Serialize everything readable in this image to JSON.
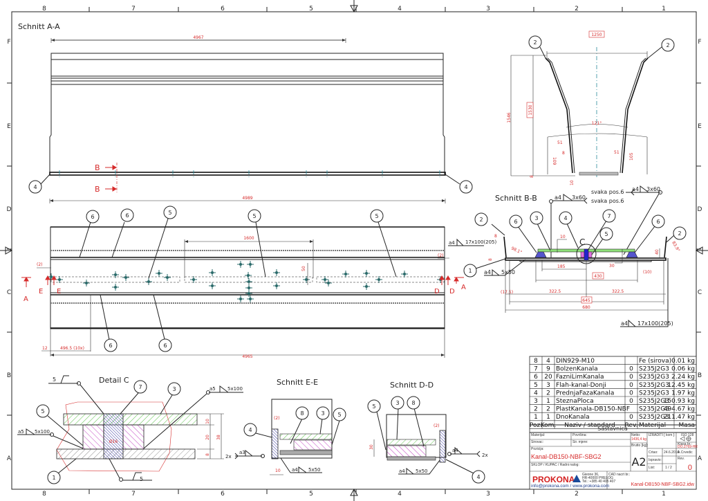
{
  "frame": {
    "columns": [
      "8",
      "7",
      "6",
      "5",
      "4",
      "3",
      "2",
      "1"
    ],
    "rows": [
      "F",
      "E",
      "D",
      "C",
      "B",
      "A"
    ]
  },
  "views": {
    "section_aa": {
      "title": "Schnitt A-A",
      "dim_top": "4967",
      "dim_bottom": "4989",
      "section_mark": "B",
      "balloons": [
        "4",
        "4"
      ]
    },
    "plan": {
      "dim_1600": "1600",
      "dim_50": "50",
      "dim_gap_left": "(2)",
      "dim_gap_right": "(2)",
      "dim_12": "12",
      "dim_pitch": "496.5 (10x)",
      "dim_total": "4965",
      "section_marks": [
        "A",
        "E",
        "E",
        "D",
        "D",
        "A"
      ],
      "balloons_top": [
        "6",
        "6",
        "5",
        "5",
        "5"
      ],
      "balloons_bottom": [
        "6",
        "6"
      ],
      "weld_note": "a4",
      "weld_size": "17x100(205)"
    },
    "section_end": {
      "dim_width": "1250",
      "dim_height_outer": "1546",
      "dim_height_inner": "1530",
      "dim_angle": "121°",
      "dim_51_left": "51",
      "dim_51_right": "51",
      "dim_8": "8",
      "dim_109": "109",
      "dim_105": "105",
      "dim_10": "10",
      "dim_bottom_8": "8",
      "balloons": [
        "2",
        "2"
      ]
    },
    "section_bb": {
      "title": "Schnitt B-B",
      "weld_every_1": "svaka pos.6",
      "weld_every_2": "svaka pos.6",
      "weld_a4": "a4",
      "weld_3x60": "3x60",
      "weld_a4_top": "a4",
      "weld_3x60_top": "3x60",
      "weld_5x50": "5x50",
      "weld_17x100_left": "17x100(205)",
      "weld_17x100_bottom": "17x100(205)",
      "detail_mark": "C",
      "dims": {
        "d8": "8",
        "d8b": "8",
        "angle_left": "98.1°",
        "angle_right": "83.9°",
        "d10": "10",
        "d40": "40",
        "d30": "30",
        "d185": "185",
        "d430": "430",
        "d10p": "(10)",
        "d17_5": "(17.5)",
        "d322_left": "322.5",
        "d322_right": "322.5",
        "d645": "645",
        "d680": "680"
      },
      "balloons": [
        "2",
        "6",
        "3",
        "4",
        "7",
        "5",
        "6",
        "2",
        "1"
      ]
    },
    "detail_c": {
      "title": "Detail C",
      "weld_top": "5",
      "weld_bottom": "5",
      "weld_a5_right": "a5",
      "weld_5x100_right": "5x100",
      "weld_a5_left": "a5",
      "weld_5x100_left": "5x100",
      "dia": "Ø16",
      "dims": [
        "10",
        "20",
        "8",
        "38"
      ],
      "balloons": [
        "7",
        "3",
        "5",
        "1"
      ]
    },
    "section_ee": {
      "title": "Schnitt E-E",
      "gap": "(2)",
      "dim_10": "10",
      "weld_2x": "2x",
      "weld_a3": "a3",
      "weld_a4": "a4",
      "weld_5x50": "5x50",
      "balloons": [
        "8",
        "3",
        "5",
        "4"
      ]
    },
    "section_dd": {
      "title": "Schnitt D-D",
      "gap": "(2)",
      "dim_30": "30",
      "weld_2x": "2x",
      "weld_a4_right": "a4",
      "weld_a4": "a4",
      "weld_5x50": "5x50",
      "balloons": [
        "5",
        "3",
        "8",
        "4"
      ]
    }
  },
  "bom": {
    "headers": [
      "Poz.",
      "Kom.",
      "Naziv / standard",
      "Rev.",
      "Materijal",
      "Masa"
    ],
    "rows": [
      {
        "poz": "8",
        "kom": "4",
        "naziv": "DIN929-M10",
        "rev": "",
        "mat": "Fe (sirova)",
        "masa": "0.01 kg"
      },
      {
        "poz": "7",
        "kom": "9",
        "naziv": "BolzenKanala",
        "rev": "0",
        "mat": "S235J2G3",
        "masa": "0.06 kg"
      },
      {
        "poz": "6",
        "kom": "20",
        "naziv": "FazniLimKanala",
        "rev": "0",
        "mat": "S235J2G3",
        "masa": "2.24 kg"
      },
      {
        "poz": "5",
        "kom": "3",
        "naziv": "Flah-kanal-Donji",
        "rev": "0",
        "mat": "S235J2G3",
        "masa": "12.45 kg"
      },
      {
        "poz": "4",
        "kom": "2",
        "naziv": "PrednjaFazaKanala",
        "rev": "0",
        "mat": "S235J2G3",
        "masa": "1.97 kg"
      },
      {
        "poz": "3",
        "kom": "1",
        "naziv": "SteznaPloca",
        "rev": "0",
        "mat": "S235J2G3",
        "masa": "150.93 kg"
      },
      {
        "poz": "2",
        "kom": "2",
        "naziv": "PlastKanala-DB150-NBF",
        "rev": "",
        "mat": "S235J2G3",
        "masa": "494.67 kg"
      },
      {
        "poz": "1",
        "kom": "1",
        "naziv": "DnoKanala",
        "rev": "0",
        "mat": "S235J2G3",
        "masa": "211.47 kg"
      }
    ],
    "caption": "Sastavnica"
  },
  "title_block": {
    "materijal_label": "Materijal:",
    "povrsina_label": "Površina:",
    "sirovac_label": "Sirovac:",
    "sir_mjere_label": "Sir. mjere:",
    "netto_label": "Netto:",
    "netto_value": "1436,4 kg",
    "brutto_label": "Brutto [kg]:",
    "izraditi_label": "IZRADITI [ kom ]:",
    "iso_label": "ISO 128",
    "klasa_label": "Klasa br.:",
    "klasa_value": "DO.2769-HR",
    "pozicija_label": "Pozicija:",
    "part_name": "Kanal-DB150-NBF-SBG2",
    "sklop_label": "SKLOP / KUPAC / Radni nalog:",
    "format": "A2",
    "crtao_label": "Crtao:",
    "crtao_date": "24.6.2016",
    "crtao_name": "A.Crvedic",
    "ispravio_label": "Ispravio:",
    "list_label": "List:",
    "list_value": "1 / 2",
    "rev_label": "Rev.",
    "rev_value": "0",
    "company": "PROKONA",
    "address_1": "Gieone 36,",
    "address_2": "HR-40000 PRELOG",
    "phone": "Tel.: +385 40 405 407",
    "contact": "info@prokona.com / www.prokona.com",
    "cad_label": "CAD nacrt br.:",
    "cad_file": "Kanal-DB150-NBF-SBG2.idw"
  },
  "colors": {
    "dimension_red": "#d62a2a",
    "hatch_green": "#5cc24a",
    "hatch_magenta": "#c040c0",
    "part_blue": "#3a3aa0",
    "centerline": "#2a8a9a",
    "brand_red": "#d42020"
  }
}
